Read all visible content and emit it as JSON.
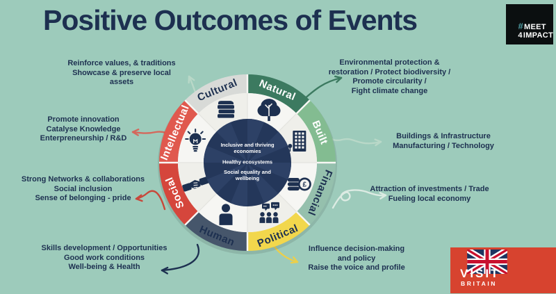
{
  "page": {
    "title": "Positive Outcomes of Events",
    "background_color": "#9dcbbb",
    "text_color": "#1d3050"
  },
  "logos": {
    "meet4impact": {
      "hash": "#",
      "line1": "MEET",
      "line2_num": "4",
      "line2": "IMPACT",
      "bg": "#0b0f10",
      "hash_color": "#4d9aa0"
    },
    "visit_britain": {
      "line1": "VISIT",
      "line2": "BRITAIN",
      "bg": "#d7432f"
    }
  },
  "wheel": {
    "band_color": "#f4f4f1",
    "icon_color": "#1d3050",
    "segments": [
      {
        "label": "Natural",
        "color": "#3c7a60",
        "text_color": "#ffffff",
        "icon": "tree-icon"
      },
      {
        "label": "Built",
        "color": "#83bc91",
        "text_color": "#ffffff",
        "icon": "building-icon"
      },
      {
        "label": "Financial",
        "color": "#95c0ad",
        "text_color": "#1d3050",
        "icon": "coins-icon"
      },
      {
        "label": "Political",
        "color": "#f2d74c",
        "text_color": "#1d3050",
        "icon": "discussion-icon"
      },
      {
        "label": "Human",
        "color": "#46566b",
        "text_color": "#1d3050",
        "icon": "person-icon"
      },
      {
        "label": "Social",
        "color": "#d5463c",
        "text_color": "#ffffff",
        "icon": "handshake-icon"
      },
      {
        "label": "Intellectual",
        "color": "#e0594e",
        "text_color": "#ffffff",
        "icon": "lightbulb-icon"
      },
      {
        "label": "Cultural",
        "color": "#d8dad7",
        "text_color": "#1d3050",
        "icon": "books-icon"
      }
    ],
    "center": {
      "bg": "#24375a",
      "ray_color": "#2d4166",
      "lines": [
        "Inclusive and thriving",
        "economies",
        "Healthy ecosystems",
        "Social equality and",
        "wellbeing"
      ]
    }
  },
  "outcomes": [
    {
      "id": "cultural",
      "lines": [
        "Reinforce values, & traditions",
        "Showcase & preserve local",
        "assets"
      ]
    },
    {
      "id": "intellectual",
      "lines": [
        "Promote innovation",
        "Catalyse Knowledge",
        "Enterpreneurship / R&D"
      ]
    },
    {
      "id": "social",
      "lines": [
        "Strong Networks & collaborations",
        "Social inclusion",
        "Sense of belonging - pride"
      ]
    },
    {
      "id": "human",
      "lines": [
        "Skills development / Opportunities",
        "Good work conditions",
        "Well-being & Health"
      ]
    },
    {
      "id": "natural",
      "lines": [
        "Environmental protection &",
        "restoration / Protect biodiversity /",
        "Promote circularity /",
        "Fight climate change"
      ]
    },
    {
      "id": "built",
      "lines": [
        "Buildings & Infrastructure",
        "Manufacturing / Technology"
      ]
    },
    {
      "id": "financial",
      "lines": [
        "Attraction of investments / Trade",
        "Fueling local economy"
      ]
    },
    {
      "id": "political",
      "lines": [
        "Influence decision-making",
        "and policy",
        "Raise the voice and profile"
      ]
    }
  ],
  "arrows": {
    "cultural": "#b9d8c8",
    "intellectual": "#d4685c",
    "social": "#c8473a",
    "human": "#1d3050",
    "natural": "#3c7a60",
    "built": "#b9d8c8",
    "financial": "#dcebe3",
    "political": "#eccf4a"
  }
}
